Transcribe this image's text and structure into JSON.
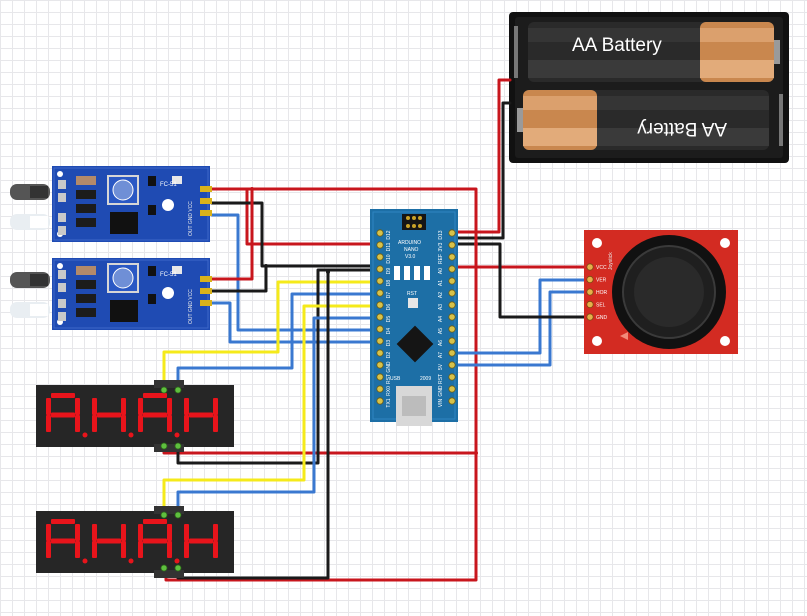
{
  "battery": {
    "label_top": "AA Battery",
    "label_bottom": "AA Battery"
  },
  "ir_module": {
    "model": "FC-51",
    "pins": "OUT GND VCC"
  },
  "arduino": {
    "name": "ARDUINO",
    "model": "NANO",
    "version": "V3.0",
    "usb": "USB",
    "year": "2009",
    "rst": "RST",
    "left_pins": [
      "D12",
      "D11",
      "D10",
      "D9",
      "D8",
      "D7",
      "D6",
      "D5",
      "D4",
      "D3",
      "D2",
      "GND",
      "RST",
      "RX0",
      "TX1"
    ],
    "right_pins": [
      "D13",
      "3V3",
      "REF",
      "A0",
      "A1",
      "A2",
      "A3",
      "A4",
      "A5",
      "A6",
      "A7",
      "5V",
      "RST",
      "GND",
      "VIN"
    ]
  },
  "joystick": {
    "pins": [
      "VCC",
      "VER",
      "HOR",
      "SEL",
      "GND"
    ],
    "title": "Joystick"
  },
  "colors": {
    "wire_red": "#c8161d",
    "wire_black": "#1a1a1a",
    "wire_blue": "#3a78d0",
    "wire_yellow": "#f5ea1a",
    "ir_pcb": "#1f4bb3",
    "nano_pcb": "#1d6fa6",
    "joystick_pcb": "#d32b22",
    "display_body": "#262626",
    "segment_on": "#e8141b"
  }
}
